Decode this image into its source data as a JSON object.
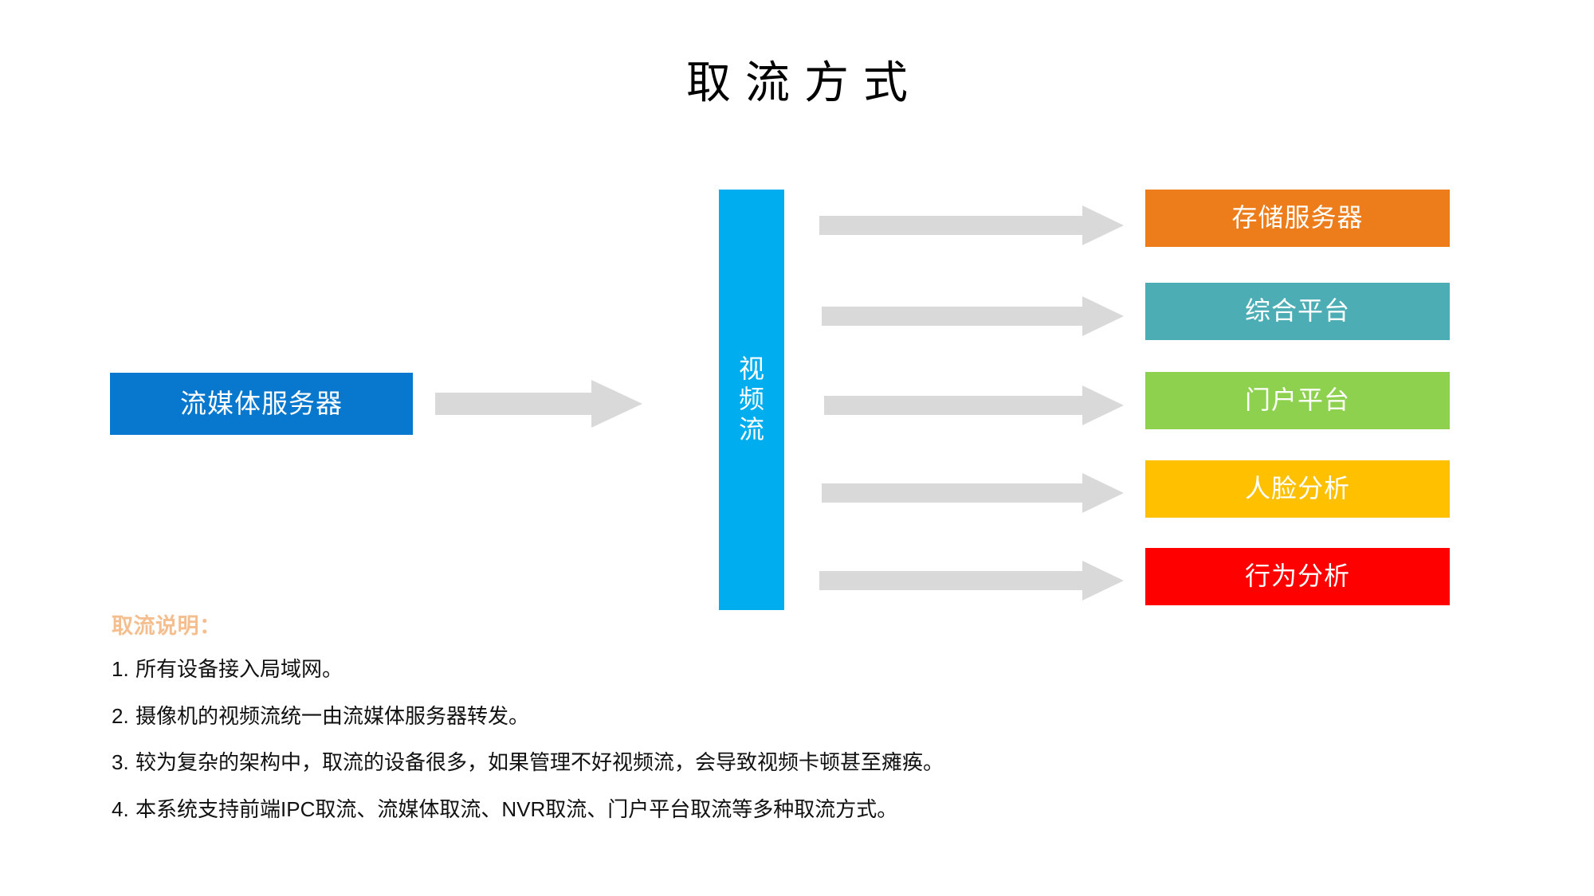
{
  "title": "取流方式",
  "diagram": {
    "source": {
      "label": "流媒体服务器",
      "color": "#0878CE"
    },
    "stream": {
      "label": "视频流",
      "chars": [
        "视",
        "频",
        "流"
      ],
      "color": "#00AEEF"
    },
    "targets": [
      {
        "label": "存储服务器",
        "color": "#ED7D1B"
      },
      {
        "label": "综合平台",
        "color": "#4CAEB4"
      },
      {
        "label": "门户平台",
        "color": "#8DD14F"
      },
      {
        "label": "人脸分析",
        "color": "#FFC000"
      },
      {
        "label": "行为分析",
        "color": "#FF0000"
      }
    ],
    "arrow_color": "#D9D9D9",
    "arrow_names": [
      "arrow-source-to-stream",
      "arrow-stream-to-storage-server",
      "arrow-stream-to-integrated-platform",
      "arrow-stream-to-portal-platform",
      "arrow-stream-to-face-analysis",
      "arrow-stream-to-behavior-analysis"
    ]
  },
  "notes": {
    "heading": "取流说明：",
    "heading_color": "#F4BE8E",
    "items": [
      {
        "num": "1.",
        "text": "所有设备接入局域网。"
      },
      {
        "num": "2.",
        "text": "摄像机的视频流统一由流媒体服务器转发。"
      },
      {
        "num": "3.",
        "text": "较为复杂的架构中，取流的设备很多，如果管理不好视频流，会导致视频卡顿甚至瘫痪。"
      },
      {
        "num": "4.",
        "text": "本系统支持前端IPC取流、流媒体取流、NVR取流、门户平台取流等多种取流方式。"
      }
    ]
  }
}
